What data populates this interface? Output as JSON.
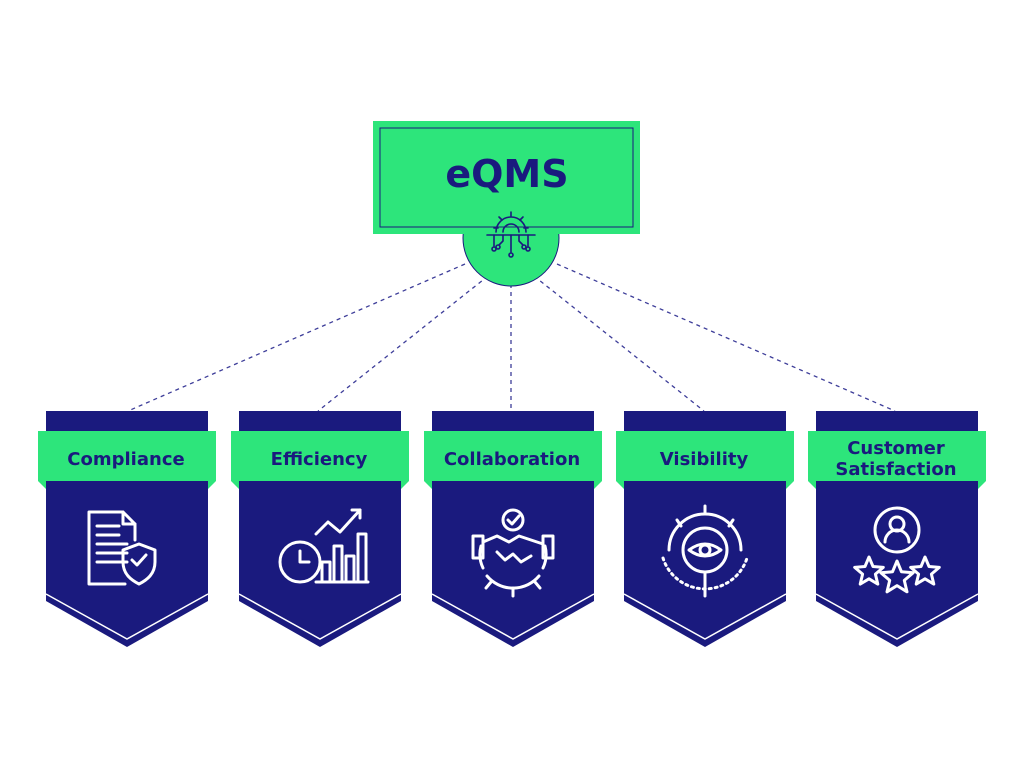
{
  "root": {
    "title": "eQMS",
    "icon": "gear-circuit-icon"
  },
  "colors": {
    "navy": "#1a1a7e",
    "green": "#2de57b",
    "connector": "#3d3d99"
  },
  "benefits": [
    {
      "label": "Compliance",
      "icon": "document-shield-icon"
    },
    {
      "label": "Efficiency",
      "icon": "clock-chart-icon"
    },
    {
      "label": "Collaboration",
      "icon": "handshake-gear-icon"
    },
    {
      "label": "Visibility",
      "icon": "eye-gear-magnifier-icon"
    },
    {
      "label": "Customer Satisfaction",
      "icon": "user-stars-icon"
    }
  ]
}
